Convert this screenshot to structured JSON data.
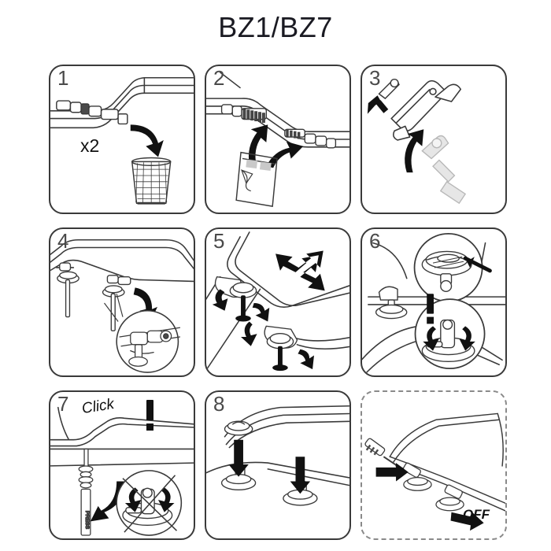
{
  "document": {
    "title": "BZ1/BZ7",
    "type": "assembly-instruction-sheet",
    "background_color": "#ffffff",
    "line_color": "#3a3a3a",
    "accent_color": "#111111"
  },
  "panels": [
    {
      "number": "1",
      "name": "remove-old-hinge-pins",
      "border": "solid",
      "labels": {
        "multiplier": "x2"
      },
      "icons": [
        "hinge-rod-icon",
        "curved-arrow-icon",
        "wastebasket-icon"
      ]
    },
    {
      "number": "2",
      "name": "install-new-parts-from-bag",
      "border": "solid",
      "labels": {},
      "icons": [
        "parts-bag-icon",
        "up-arrow-icon",
        "hinge-rod-icon"
      ]
    },
    {
      "number": "3",
      "name": "attach-hinge-bracket",
      "border": "solid",
      "labels": {},
      "icons": [
        "bracket-icon",
        "insert-arrow-icon",
        "bolt-icon"
      ]
    },
    {
      "number": "4",
      "name": "insert-bolts-through-seat",
      "border": "solid",
      "labels": {},
      "icons": [
        "bolt-icon",
        "magnifier-detail-icon",
        "curved-arrow-icon"
      ]
    },
    {
      "number": "5",
      "name": "adjust-seat-position",
      "border": "solid",
      "labels": {},
      "icons": [
        "four-way-arrow-icon",
        "rotate-arrow-icon",
        "bolt-icon"
      ]
    },
    {
      "number": "6",
      "name": "tighten-fixings-warning",
      "border": "solid",
      "labels": {},
      "icons": [
        "magnifier-detail-icon",
        "exclamation-icon",
        "rotate-arrow-icon"
      ]
    },
    {
      "number": "7",
      "name": "click-seat-into-place",
      "border": "solid",
      "labels": {
        "click": "Click"
      },
      "icons": [
        "exclamation-icon",
        "left-arrow-icon",
        "crossed-out-circle-icon"
      ]
    },
    {
      "number": "8",
      "name": "press-on-caps",
      "border": "solid",
      "labels": {},
      "icons": [
        "down-arrow-icon",
        "cap-icon"
      ]
    },
    {
      "number": "",
      "name": "removal-instructions",
      "border": "dashed",
      "labels": {
        "off": "OFF"
      },
      "icons": [
        "release-tool-icon",
        "right-arrow-icon"
      ]
    }
  ]
}
